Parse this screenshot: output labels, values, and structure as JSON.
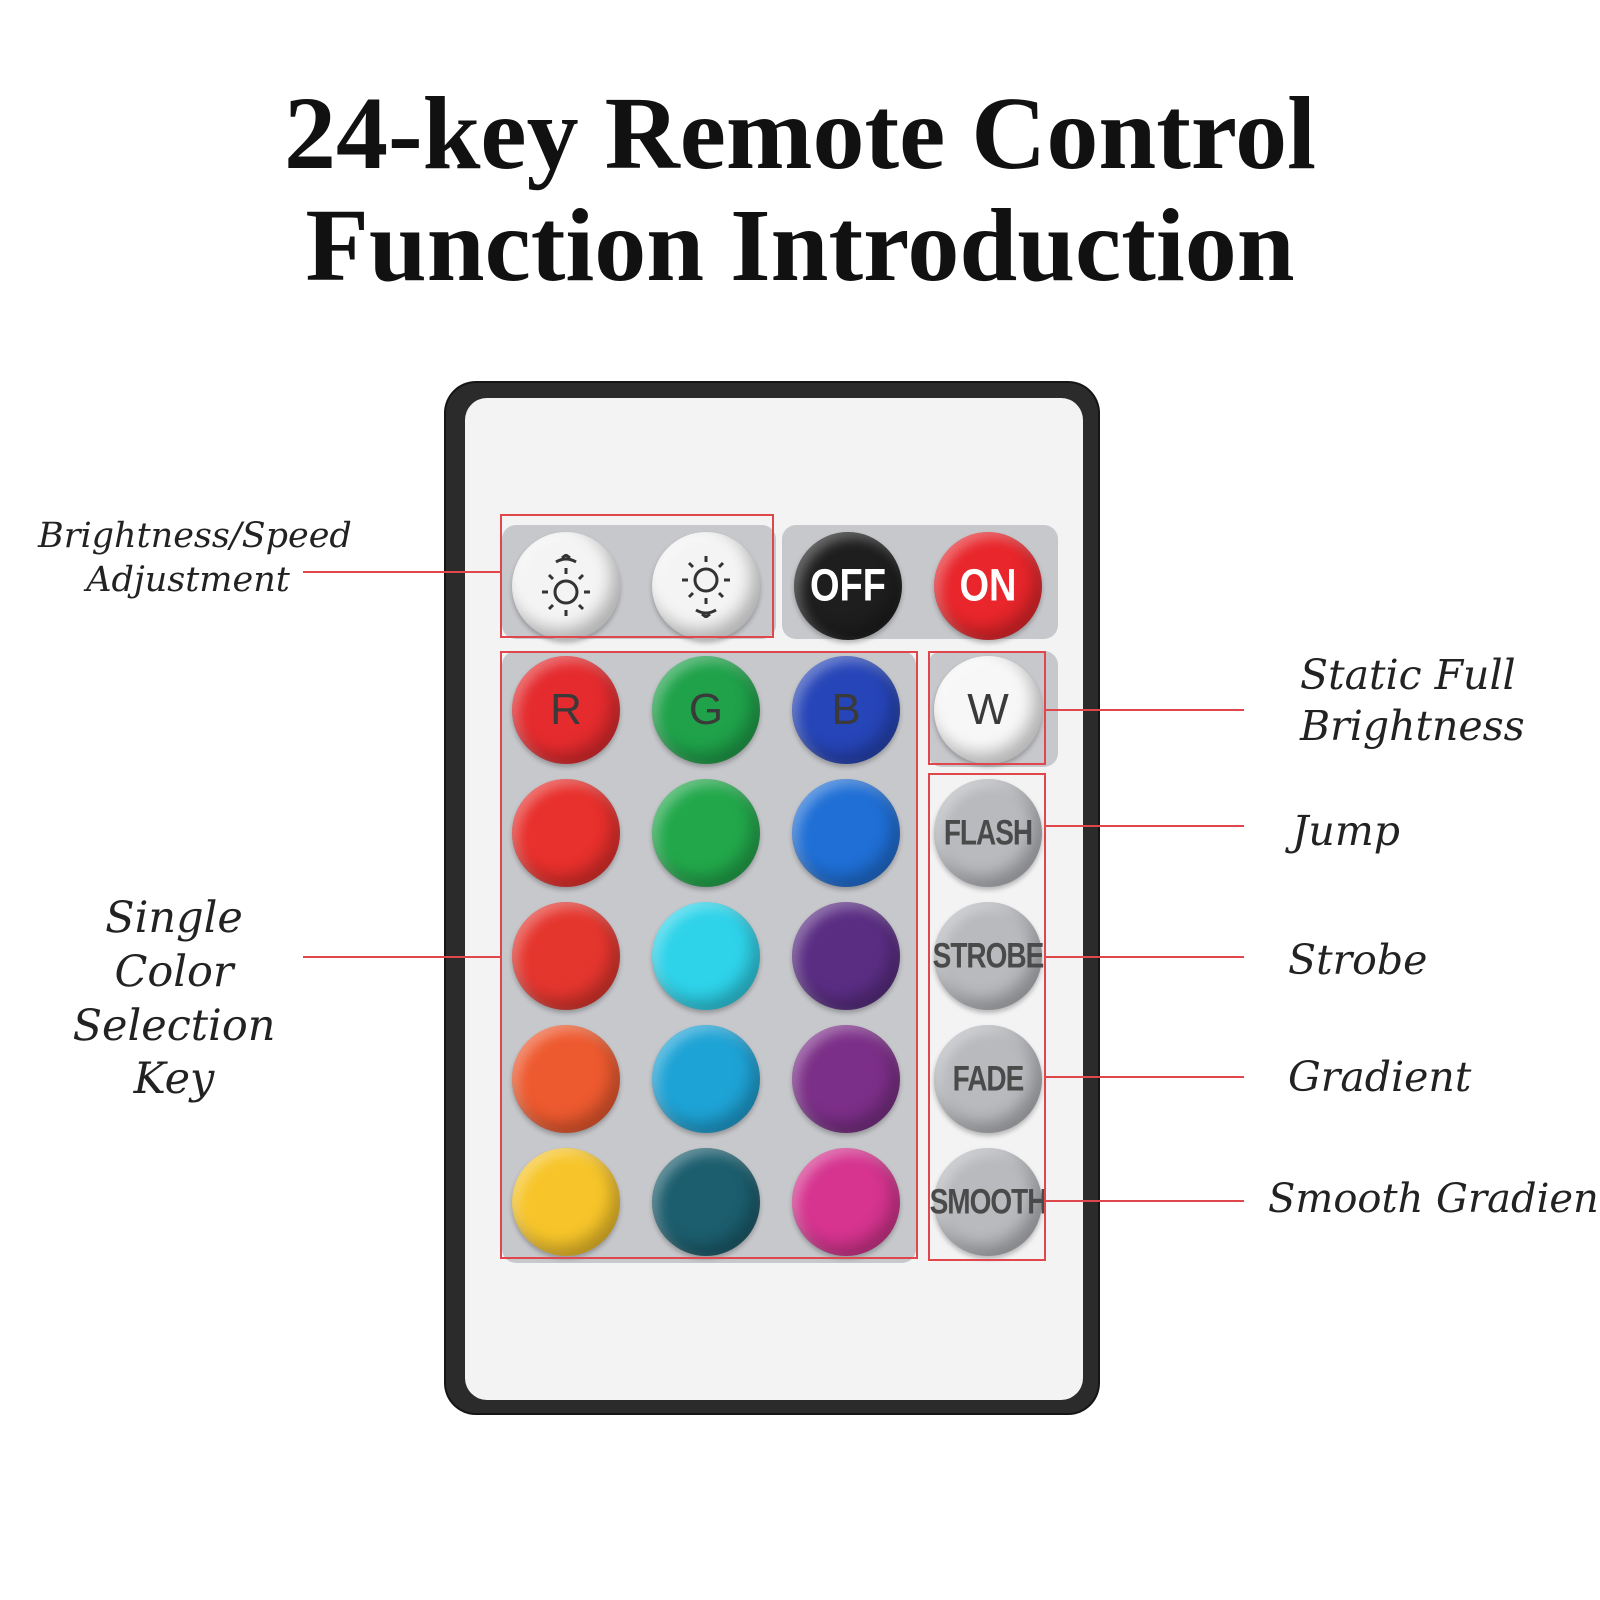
{
  "title": {
    "line1": "24-key Remote Control",
    "line2": "Function Introduction"
  },
  "callouts": {
    "brightness": [
      "Brightness/Speed",
      "Adjustment"
    ],
    "single_color": [
      "Single Color",
      "Selection Key"
    ],
    "static_full": [
      "Static Full",
      "Brightness"
    ],
    "jump": "Jump",
    "strobe": "Strobe",
    "gradient": "Gradient",
    "smooth_gradient": "Smooth Gradient"
  },
  "keys": {
    "brightness_up": "brightness-up-icon",
    "brightness_down": "brightness-down-icon",
    "off": "OFF",
    "on": "ON",
    "r": "R",
    "g": "G",
    "b": "B",
    "w": "W",
    "flash": "FLASH",
    "strobe": "STROBE",
    "fade": "FADE",
    "smooth": "SMOOTH"
  },
  "colors": {
    "highlight": "#e0474c",
    "off_key": "#1e1e1e",
    "on_key": "#e8262b",
    "color_grid": [
      [
        "#e52b2e",
        "#1fa24a",
        "#2645b8"
      ],
      [
        "#e8302c",
        "#22a84b",
        "#1f6fd6"
      ],
      [
        "#e5362e",
        "#2ed3ea",
        "#5a2d83"
      ],
      [
        "#ee5a2f",
        "#1ea3d6",
        "#7c2f88"
      ],
      [
        "#f7c52a",
        "#1c5e6e",
        "#d6348f"
      ]
    ]
  }
}
